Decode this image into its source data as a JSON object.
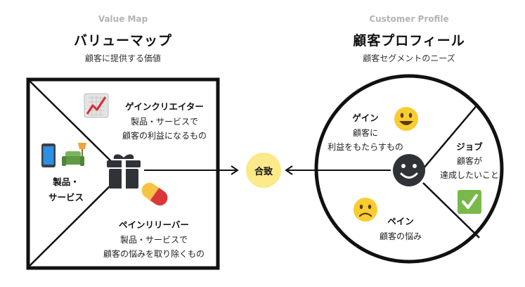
{
  "value_map": {
    "eyebrow": "Value Map",
    "title": "バリューマップ",
    "subtitle": "顧客に提供する価値",
    "products": {
      "line1": "製品・",
      "line2": "サービス"
    },
    "gain_creators": {
      "title": "ゲインクリエイター",
      "line1": "製品・サービスで",
      "line2": "顧客の利益になるもの"
    },
    "pain_relievers": {
      "title": "ペインリリーバー",
      "line1": "製品・サービスで",
      "line2": "顧客の悩みを取り除くもの"
    }
  },
  "customer_profile": {
    "eyebrow": "Customer Profile",
    "title": "顧客プロフィール",
    "subtitle": "顧客セグメントのニーズ",
    "gains": {
      "title": "ゲイン",
      "line1": "顧客に",
      "line2": "利益をもたらすもの"
    },
    "jobs": {
      "title": "ジョブ",
      "line1": "顧客が",
      "line2": "達成したいこと"
    },
    "pains": {
      "title": "ペイン",
      "line1": "顧客の悩み"
    }
  },
  "fit": {
    "label": "合致"
  },
  "colors": {
    "fit_circle": "#fbe98a",
    "line": "#111111",
    "check": "#79b94a",
    "pill_red": "#d9373a",
    "pill_yellow": "#f6c445",
    "emoji": "#f9cd30"
  },
  "icons": [
    "phone-icon",
    "sofa-icon",
    "lamp-icon",
    "gift-icon",
    "chart-up-icon",
    "pill-icon",
    "smiling-emoji-icon",
    "frowning-emoji-icon",
    "smiley-face-icon",
    "check-box-icon"
  ]
}
